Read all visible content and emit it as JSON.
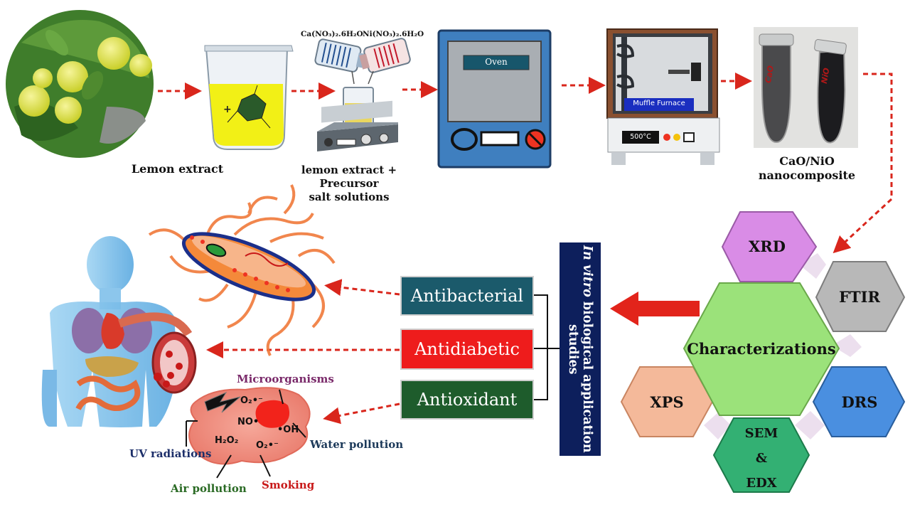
{
  "steps": {
    "lemon_label": "Lemon extract",
    "mix_label_line1": "lemon extract + Precursor",
    "mix_label_line2": "salt solutions",
    "reagent_ca": "Ca(NO₃)₂.6H₂O",
    "reagent_ni": "Ni(NO₃)₂.6H₂O",
    "oven_label": "Oven",
    "furnace_label": "Muffle Furnace",
    "furnace_temp": "500°C",
    "product_line1": "CaO/NiO",
    "product_line2": "nanocomposite",
    "tube1_text": "CaO",
    "tube2_text": "NiO"
  },
  "characterizations": {
    "center": "Characterizations",
    "xrd": "XRD",
    "ftir": "FTIR",
    "xps": "XPS",
    "drs": "DRS",
    "sem_line1": "SEM",
    "sem_line2": "&",
    "sem_line3": "EDX"
  },
  "studies": {
    "banner_italic": "In vitro",
    "banner_rest": " biological application studies"
  },
  "applications": {
    "antibacterial": "Antibacterial",
    "antidiabetic": "Antidiabetic",
    "antioxidant": "Antioxidant"
  },
  "ros": {
    "microorganisms": "Microorganisms",
    "water_pollution": "Water pollution",
    "uv": "UV radiations",
    "air": "Air pollution",
    "smoking": "Smoking",
    "o2_a": "O₂•⁻",
    "no": "NO•",
    "oh": "•OH",
    "h2o2": "H₂O₂",
    "o2_b": "O₂•⁻"
  },
  "colors": {
    "arrow_red": "#d9261c",
    "antibacterial_bg": "#1b5a6b",
    "antidiabetic_bg": "#ee1c1c",
    "antioxidant_bg": "#1e5c2c",
    "banner_bg": "#0d1f5c",
    "center_hex": "#9be27a",
    "xrd_hex": "#d98ce6",
    "ftir_hex": "#b8b8b8",
    "xps_hex": "#f4b99a",
    "drs_hex": "#4a8fe0",
    "sem_hex": "#33b073"
  }
}
